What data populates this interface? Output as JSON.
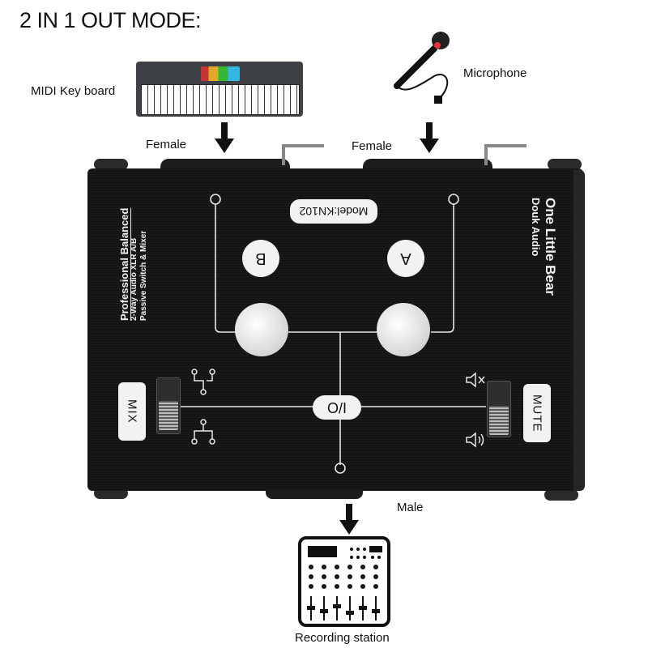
{
  "title": "2 IN 1 OUT MODE:",
  "labels": {
    "midi_keyboard": "MIDI Key board",
    "microphone": "Microphone",
    "female_left": "Female",
    "female_right": "Female",
    "male": "Male",
    "recording_station": "Recording station"
  },
  "device": {
    "model": "Model:KN102",
    "input_b": "B",
    "input_a": "A",
    "io": "I/O",
    "mix": "MIX",
    "mute": "MUTE",
    "left_text_line1": "Professional Balanced",
    "left_text_line2": "2-Way Audio XLR A/B",
    "left_text_line3": "Passive Switch & Mixer",
    "brand_line1": "One Little Bear",
    "brand_line2": "Douk Audio"
  },
  "icons": [
    "down-arrow-icon",
    "midi-keyboard-icon",
    "microphone-icon",
    "split-icon",
    "merge-icon",
    "speaker-muted-icon",
    "speaker-icon",
    "recording-station-icon"
  ],
  "colors": {
    "device_body": "#141414",
    "panel_markings": "#f2f2f2",
    "background": "#ffffff"
  }
}
